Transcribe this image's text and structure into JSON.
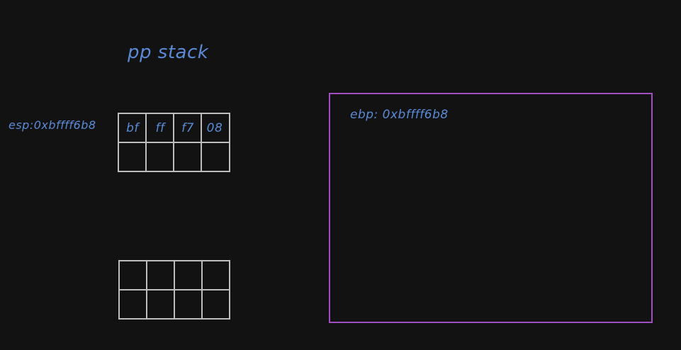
{
  "canvas": {
    "background": "#121212"
  },
  "colors": {
    "text": "#5b8ad6",
    "grid_stroke": "#bdbdbd",
    "frame_stroke": "#a14ec2"
  },
  "title": "pp stack",
  "esp_label": "esp:0xbffff6b8",
  "ebp_label": "ebp: 0xbffff6b8",
  "stack_top": {
    "row1": [
      "bf",
      "ff",
      "f7",
      "08"
    ],
    "row2": [
      "",
      "",
      "",
      ""
    ]
  },
  "stack_bottom": {
    "row1": [
      "",
      "",
      "",
      ""
    ],
    "row2": [
      "",
      "",
      "",
      ""
    ]
  }
}
